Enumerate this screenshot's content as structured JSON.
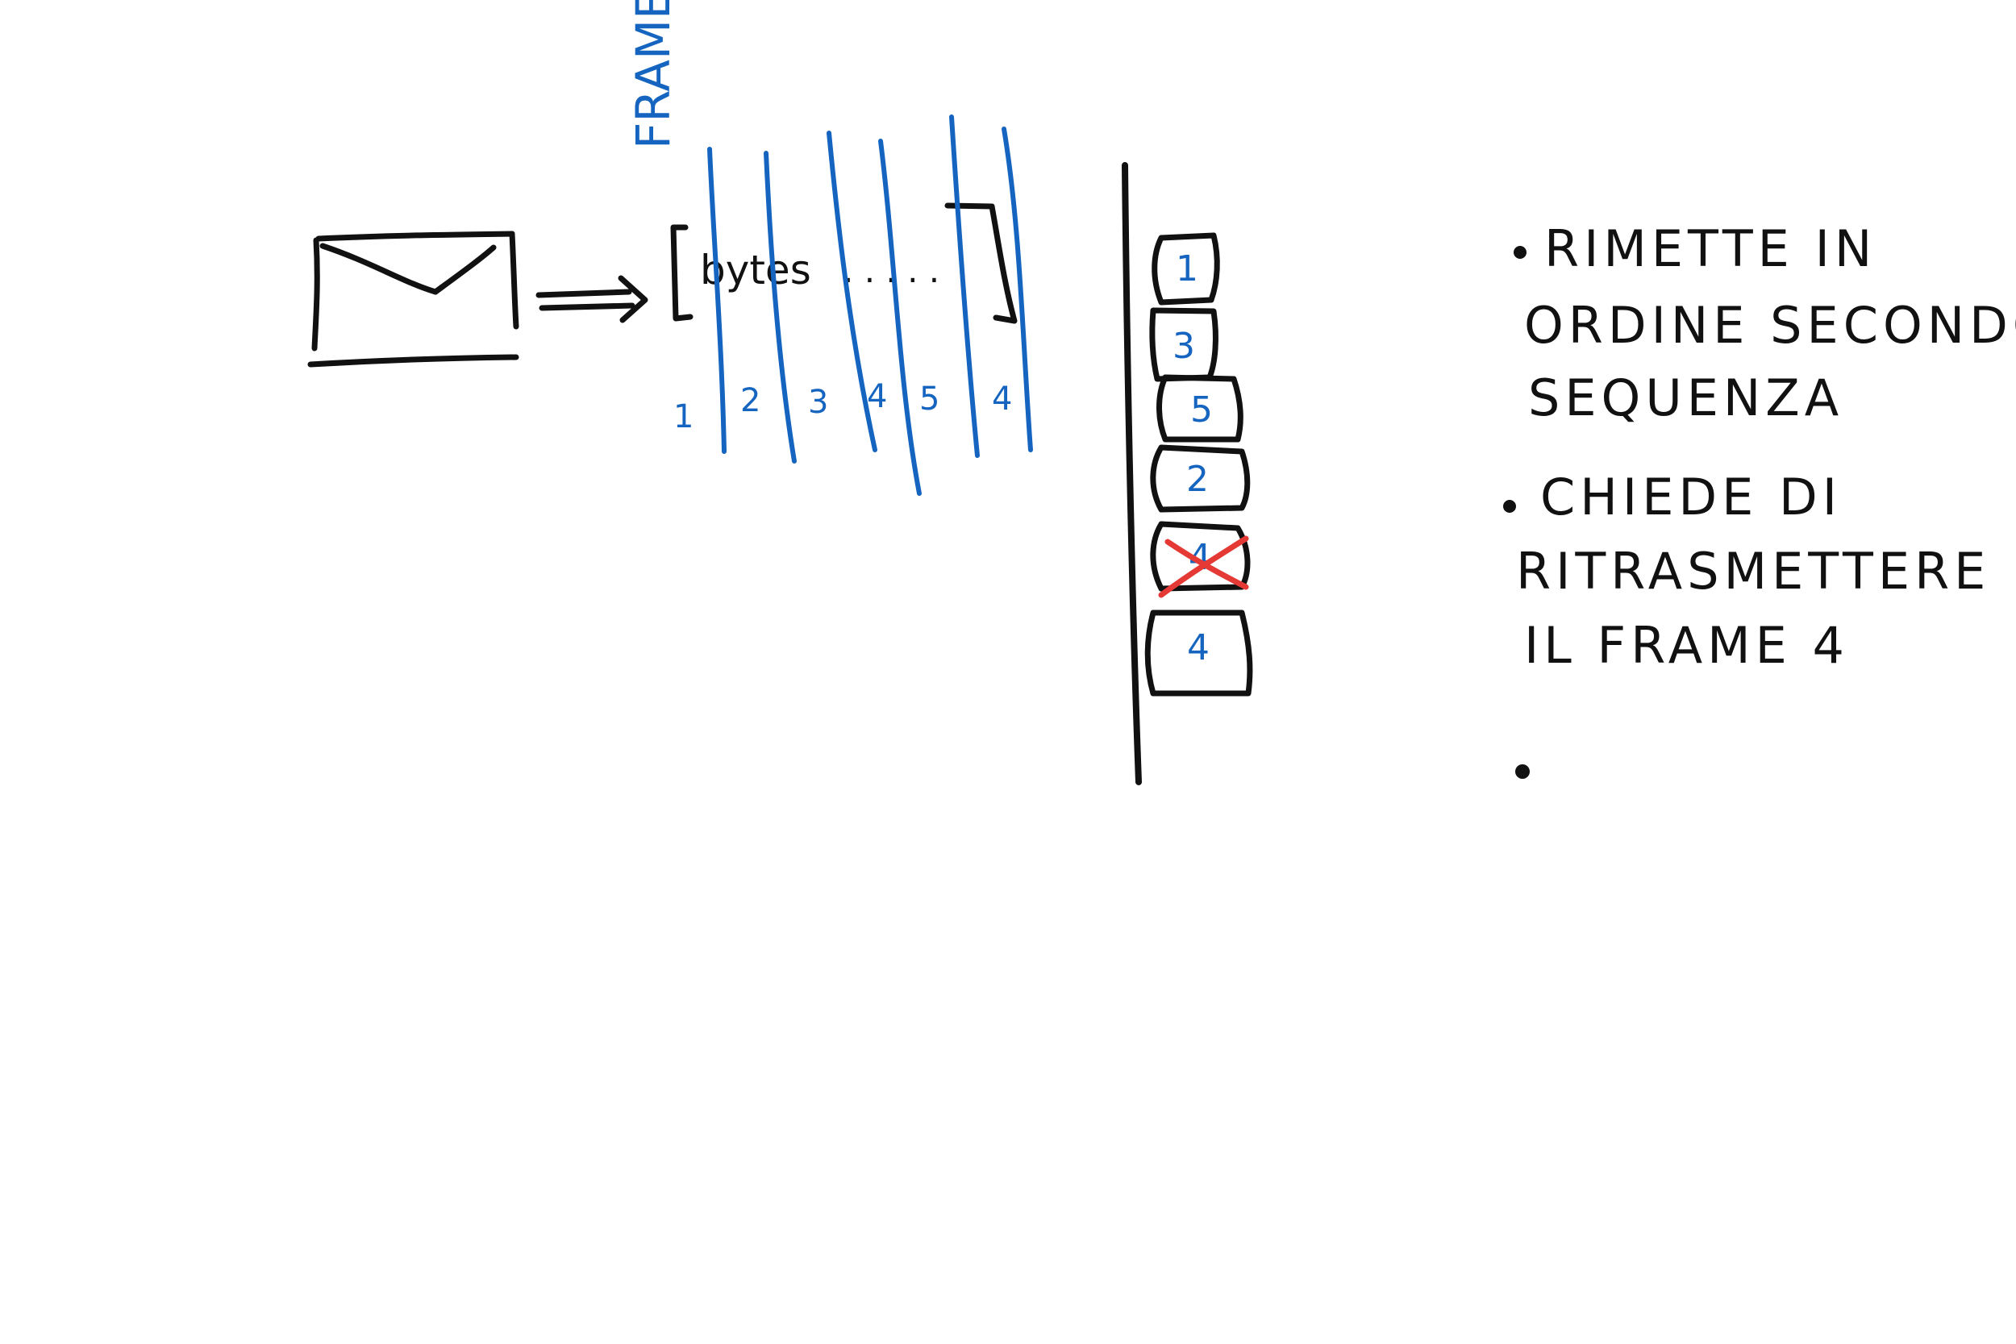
{
  "diagram": {
    "frame_label": "FRAME",
    "bytes_label": "bytes",
    "bytes_dots": ". .   . . .",
    "frame_numbers": [
      "1",
      "2",
      "3",
      "4",
      "5",
      "4"
    ],
    "received_queue": [
      {
        "label": "1",
        "discarded": false
      },
      {
        "label": "3",
        "discarded": false
      },
      {
        "label": "5",
        "discarded": false
      },
      {
        "label": "2",
        "discarded": false
      },
      {
        "label": "4",
        "discarded": true
      },
      {
        "label": "4",
        "discarded": false
      }
    ],
    "colors": {
      "ink": "#111111",
      "frame_ink": "#1565c0",
      "discard_mark": "#e53935"
    }
  },
  "notes": {
    "items": [
      {
        "lines": [
          "RIMETTE IN",
          "ORDINE SECONDO",
          "SEQUENZA"
        ]
      },
      {
        "lines": [
          "CHIEDE DI",
          "RITRASMETTERE",
          "IL FRAME 4"
        ]
      },
      {
        "lines": []
      }
    ]
  }
}
